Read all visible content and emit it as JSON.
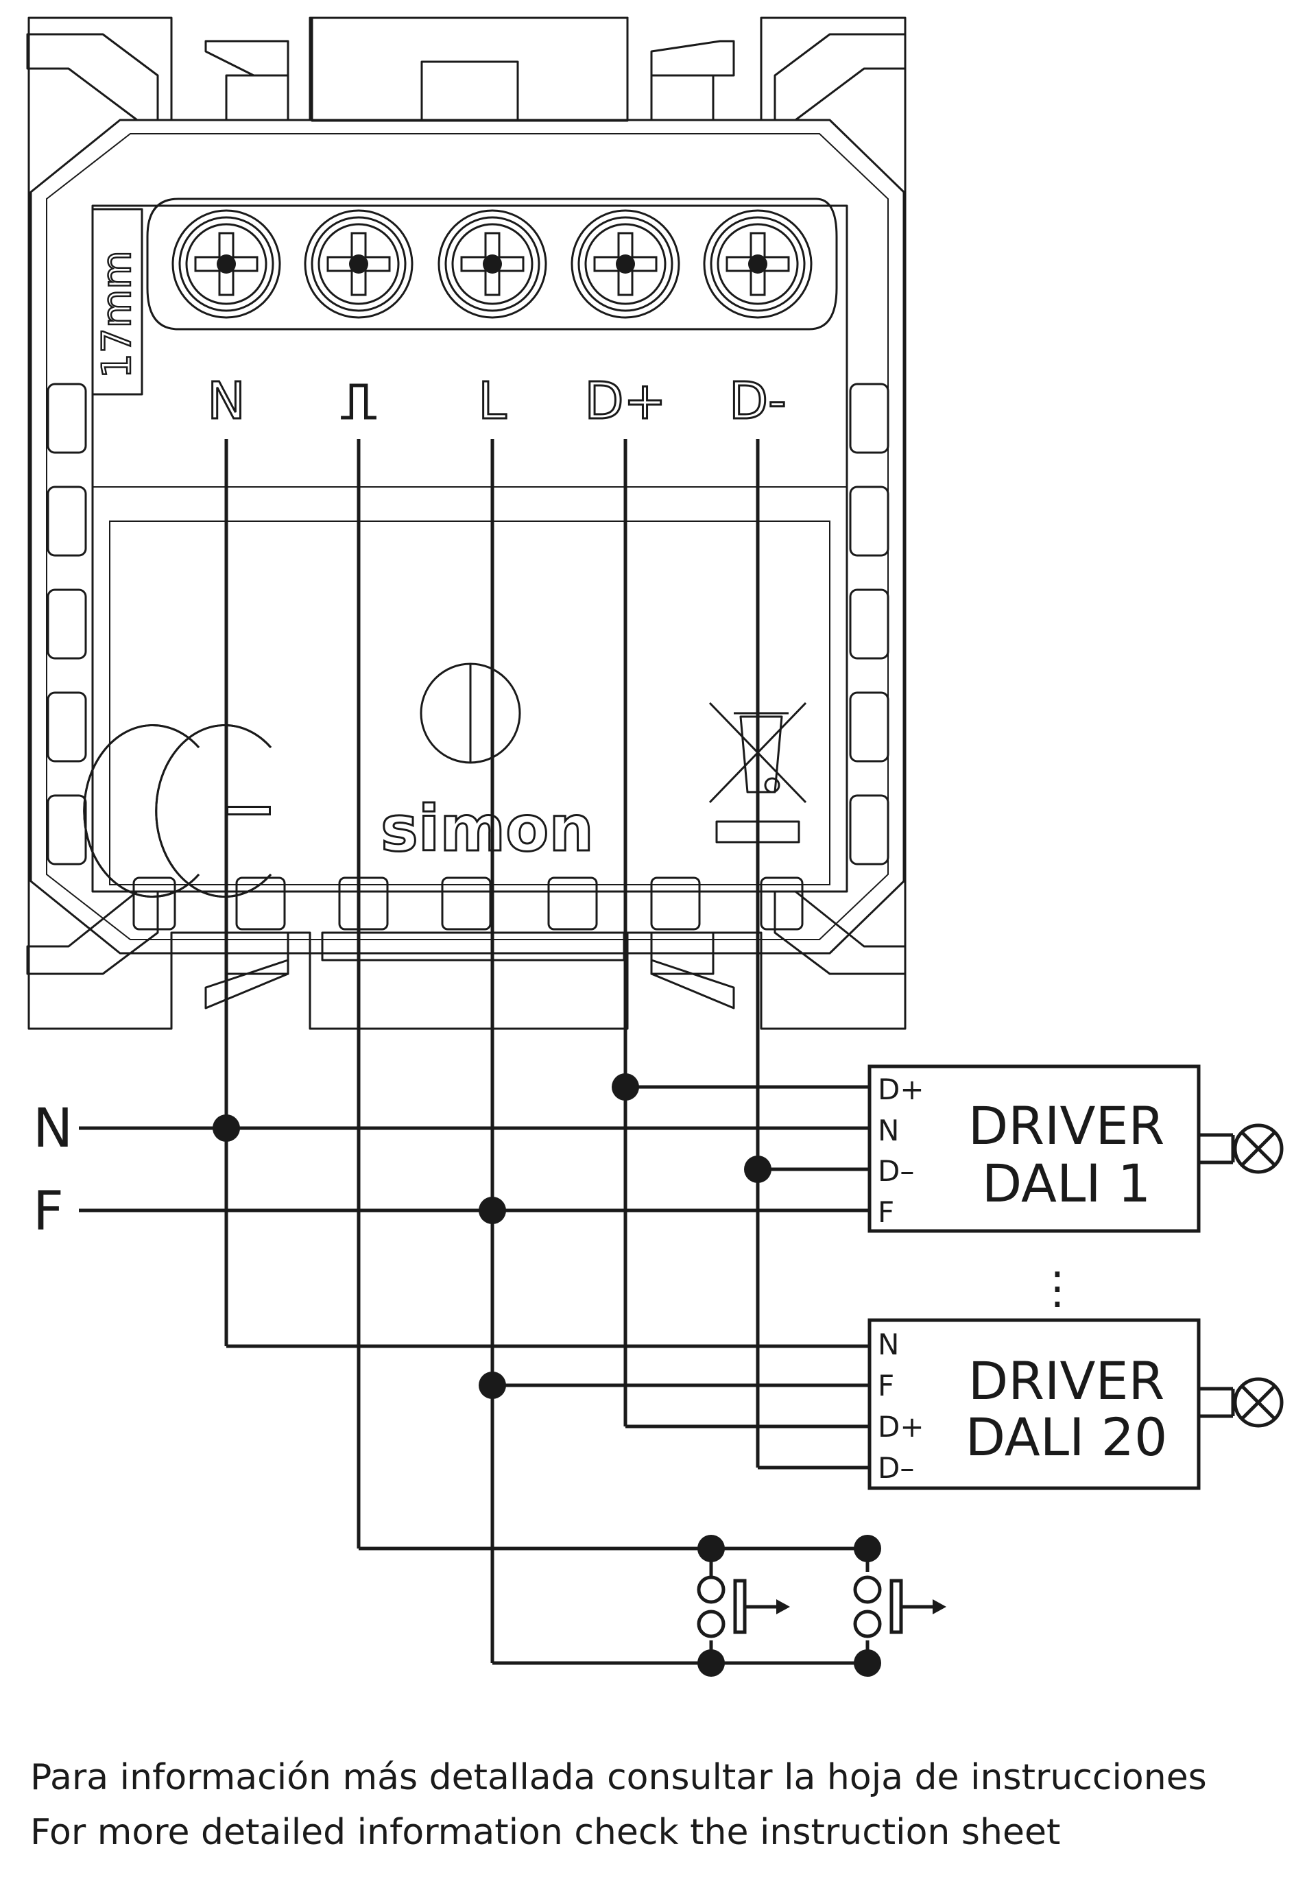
{
  "device": {
    "brand": "simon",
    "dimension_label": "17mm",
    "terminals": [
      "N",
      "⎍",
      "L",
      "D+",
      "D-"
    ]
  },
  "lines": {
    "neutral": "N",
    "phase": "F"
  },
  "drivers": [
    {
      "title_line1": "DRIVER",
      "title_line2": "DALI 1",
      "pins": [
        "D+",
        "N",
        "D–",
        "F"
      ]
    },
    {
      "title_line1": "DRIVER",
      "title_line2": "DALI 20",
      "pins": [
        "N",
        "F",
        "D+",
        "D–"
      ]
    }
  ],
  "continuation": "⋮",
  "notes": {
    "es": "Para información más detallada consultar la hoja de instrucciones",
    "en": "For more detailed information check the instruction sheet"
  }
}
